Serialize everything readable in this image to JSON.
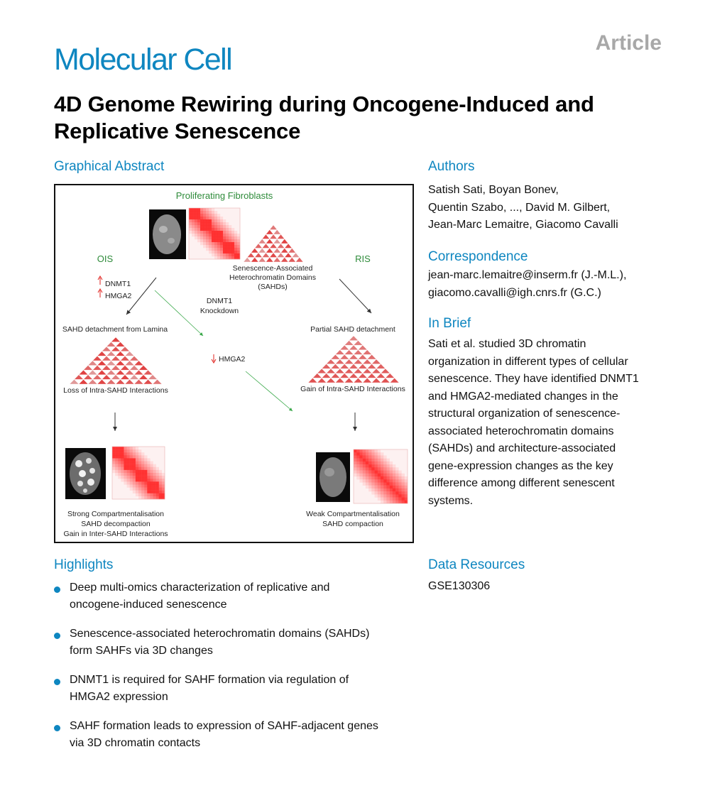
{
  "header": {
    "journal": "Molecular Cell",
    "article_type": "Article",
    "title": "4D Genome Rewiring during Oncogene-Induced and Replicative Senescence"
  },
  "graphical_abstract": {
    "heading": "Graphical Abstract",
    "top_label": "Proliferating Fibroblasts",
    "left_branch": "OIS",
    "right_branch": "RIS",
    "sahd_l1": "Senescence-Associated",
    "sahd_l2": "Heterochromatin Domains",
    "sahd_l3": "(SAHDs)",
    "dnmt1_up": "DNMT1",
    "hmga2_up": "HMGA2",
    "kd_l1": "DNMT1",
    "kd_l2": "Knockdown",
    "hmga2_down": "HMGA2",
    "left_detach": "SAHD detachment from Lamina",
    "right_detach": "Partial SAHD detachment",
    "left_loss": "Loss of Intra-SAHD Interactions",
    "right_gain": "Gain of Intra-SAHD Interactions",
    "left_b1": "Strong Compartmentalisation",
    "left_b2": "SAHD decompaction",
    "left_b3": "Gain in Inter-SAHD Interactions",
    "right_b1": "Weak Compartmentalisation",
    "right_b2": "SAHD compaction"
  },
  "highlights": {
    "heading": "Highlights",
    "items": [
      {
        "l1": "Deep multi-omics characterization of replicative and",
        "l2": "oncogene-induced senescence"
      },
      {
        "l1": "Senescence-associated heterochromatin domains (SAHDs)",
        "l2": "form SAHFs via 3D changes"
      },
      {
        "l1": "DNMT1 is required for SAHF formation via regulation of",
        "l2": "HMGA2 expression"
      },
      {
        "l1": "SAHF formation leads to expression of SAHF-adjacent genes",
        "l2": "via 3D chromatin contacts"
      }
    ]
  },
  "authors": {
    "heading": "Authors",
    "lines": [
      "Satish Sati, Boyan Bonev,",
      "Quentin Szabo, ..., David M. Gilbert,",
      "Jean-Marc Lemaitre, Giacomo Cavalli"
    ]
  },
  "correspondence": {
    "heading": "Correspondence",
    "lines": [
      "jean-marc.lemaitre@inserm.fr (J.-M.L.),",
      "giacomo.cavalli@igh.cnrs.fr (G.C.)"
    ]
  },
  "in_brief": {
    "heading": "In Brief",
    "lines": [
      "Sati et al. studied 3D chromatin",
      "organization in different types of cellular",
      "senescence. They have identified DNMT1",
      "and HMGA2-mediated changes in the",
      "structural organization of senescence-",
      "associated heterochromatin domains",
      "(SAHDs) and architecture-associated",
      "gene-expression changes as the key",
      "difference among different senescent",
      "systems."
    ]
  },
  "data_resources": {
    "heading": "Data Resources",
    "accession": "GSE130306"
  },
  "colors": {
    "accent": "#0e86c0",
    "heatmap_red": "#d7262b",
    "green_arrow": "#3aa84a",
    "up_down_arrow": "#e0201c"
  }
}
